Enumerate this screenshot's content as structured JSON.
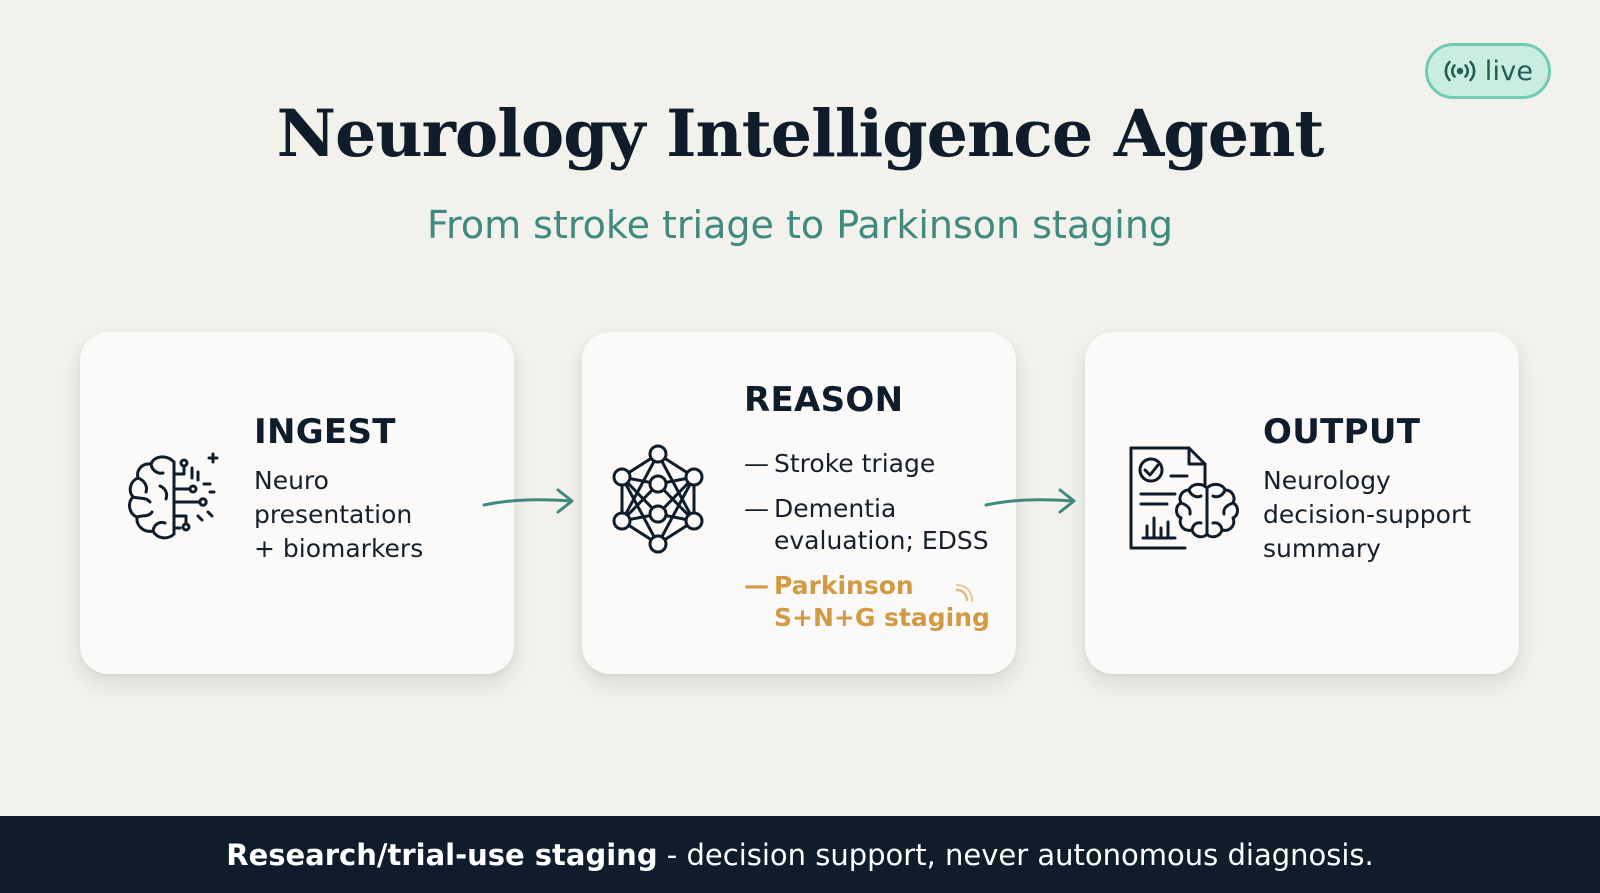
{
  "badge": {
    "icon": "broadcast-icon",
    "label": "live"
  },
  "header": {
    "title": "Neurology Intelligence Agent",
    "subtitle": "From stroke triage to Parkinson staging"
  },
  "cards": {
    "ingest": {
      "icon": "brain-circuit-icon",
      "heading": "INGEST",
      "lines": [
        "Neuro",
        "presentation",
        "+ biomarkers"
      ]
    },
    "reason": {
      "icon": "neural-network-icon",
      "heading": "REASON",
      "items": [
        {
          "dash": "—",
          "text": "Stroke triage"
        },
        {
          "dash": "—",
          "text": "Dementia evaluation; EDSS"
        },
        {
          "dash": "—",
          "text": "Parkinson S+N+G staging",
          "highlight": true
        }
      ]
    },
    "output": {
      "icon": "report-brain-icon",
      "heading": "OUTPUT",
      "lines": [
        "Neurology",
        "decision-support",
        "summary"
      ]
    }
  },
  "footer": {
    "strong": "Research/trial-use staging",
    "rest": " - decision support, never autonomous diagnosis."
  },
  "colors": {
    "background": "#f3f1ec",
    "ink": "#0f1c2b",
    "accent_teal": "#3f8a80",
    "highlight_gold": "#d19a43",
    "badge_fill": "#c9eddf",
    "badge_border": "#6fcbb3"
  }
}
